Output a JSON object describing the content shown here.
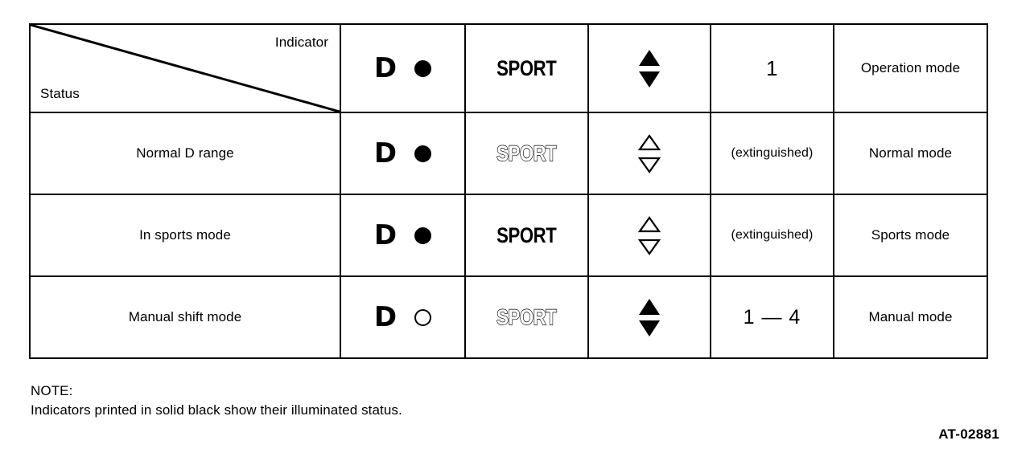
{
  "table": {
    "header": {
      "corner": {
        "indicator_label": "Indicator",
        "status_label": "Status",
        "diagonal": true
      },
      "columns": [
        {
          "key": "d_lamp",
          "d_letter": "D",
          "lamp": "solid",
          "icon": "d-lamp-icon"
        },
        {
          "key": "sport",
          "text": "SPORT",
          "style": "solid"
        },
        {
          "key": "triangles",
          "up": "solid",
          "down": "solid",
          "icon": "up-down-triangles-icon"
        },
        {
          "key": "gear",
          "text": "1"
        },
        {
          "key": "mode",
          "text": "Operation mode"
        }
      ]
    },
    "rows": [
      {
        "status": "Normal D range",
        "d_letter": "D",
        "lamp": "solid",
        "sport_text": "SPORT",
        "sport_style": "outline",
        "tri_up": "outline",
        "tri_down": "outline",
        "gear": "(extinguished)",
        "gear_style": "text",
        "mode": "Normal mode"
      },
      {
        "status": "In sports mode",
        "d_letter": "D",
        "lamp": "solid",
        "sport_text": "SPORT",
        "sport_style": "solid",
        "tri_up": "outline",
        "tri_down": "outline",
        "gear": "(extinguished)",
        "gear_style": "text",
        "mode": "Sports mode"
      },
      {
        "status": "Manual shift mode",
        "d_letter": "D",
        "lamp": "hollow",
        "sport_text": "SPORT",
        "sport_style": "outline",
        "tri_up": "solid",
        "tri_down": "solid",
        "gear": "1 — 4",
        "gear_style": "range",
        "mode": "Manual mode"
      }
    ]
  },
  "note": {
    "title": "NOTE:",
    "body": "Indicators printed in solid black show their illuminated status."
  },
  "figure_code": "AT-02881",
  "colors": {
    "ink": "#000000",
    "paper": "#ffffff"
  }
}
